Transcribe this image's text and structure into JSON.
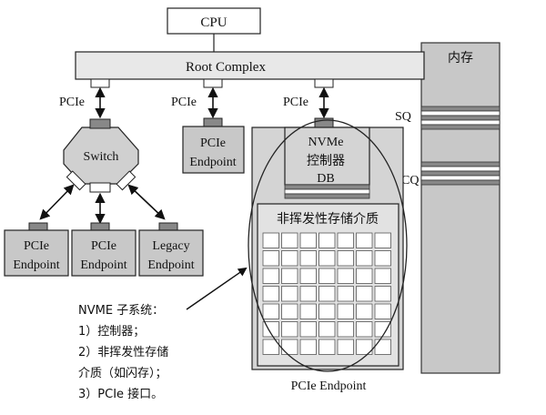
{
  "cpu": {
    "label": "CPU"
  },
  "root_complex": {
    "label": "Root Complex"
  },
  "memory": {
    "title": "内存",
    "sq_label": "SQ",
    "cq_label": "CQ"
  },
  "links": {
    "pcie_label": "PCIe"
  },
  "switch": {
    "label": "Switch"
  },
  "endpoints": {
    "middle": {
      "line1": "PCIe",
      "line2": "Endpoint"
    },
    "left": {
      "line1": "PCIe",
      "line2": "Endpoint"
    },
    "center": {
      "line1": "PCIe",
      "line2": "Endpoint"
    },
    "legacy": {
      "line1": "Legacy",
      "line2": "Endpoint"
    }
  },
  "nvme_device": {
    "controller_line1": "NVMe",
    "controller_line2": "控制器",
    "doorbell": "DB",
    "storage_title": "非挥发性存储介质",
    "bottom_label": "PCIe Endpoint"
  },
  "notes": {
    "title": "NVME 子系统：",
    "item1": "1）控制器；",
    "item2a": "2）非挥发性存储",
    "item2b": "介质（如闪存）；",
    "item3": "3）PCIe 接口。"
  }
}
